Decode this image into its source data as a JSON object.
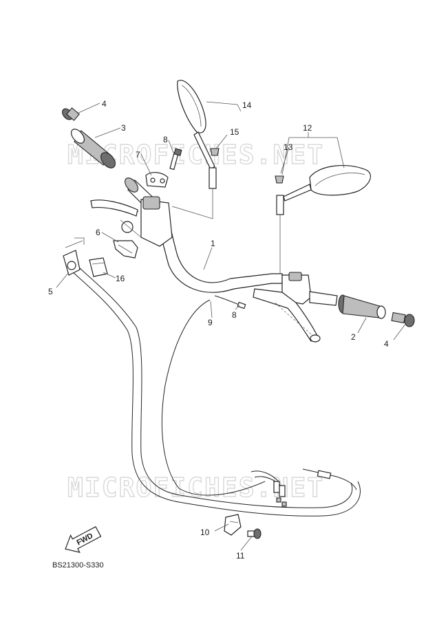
{
  "watermark": {
    "text": "MICROFICHES.NET"
  },
  "callouts": {
    "c1": "1",
    "c2": "2",
    "c3": "3",
    "c4a": "4",
    "c4b": "4",
    "c5": "5",
    "c6": "6",
    "c7": "7",
    "c8": "8",
    "c8b": "8",
    "c9": "9",
    "c10": "10",
    "c11": "11",
    "c12": "12",
    "c13": "13",
    "c14": "14",
    "c15": "15",
    "c16": "16"
  },
  "fwd_badge": "FWD",
  "drawing_code": "BS21300-S330",
  "icons": [
    "fwd-arrow-icon"
  ]
}
